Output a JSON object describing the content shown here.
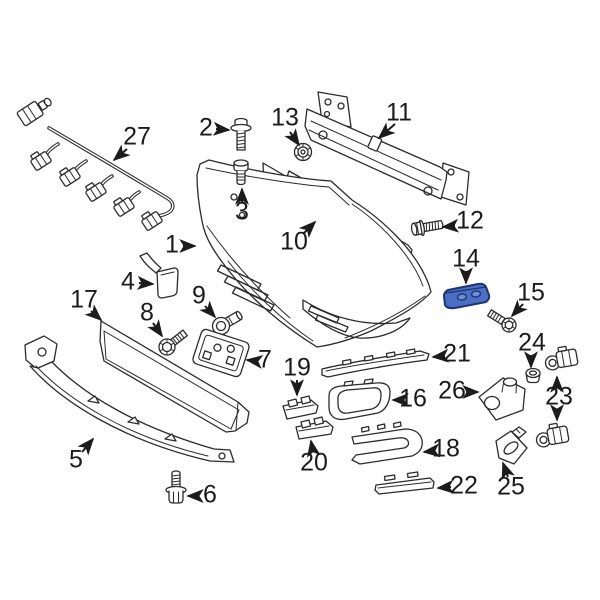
{
  "diagram": {
    "background_color": "#ffffff",
    "line_color": "#2b2b2b",
    "label_color": "#1b1b1b",
    "highlight": {
      "callout": "14",
      "fill": "#4a6fc4",
      "stroke": "#1d3470",
      "hole_fill": "#6e8ed8"
    },
    "callouts": [
      {
        "number": "1"
      },
      {
        "number": "2"
      },
      {
        "number": "3"
      },
      {
        "number": "4"
      },
      {
        "number": "5"
      },
      {
        "number": "6"
      },
      {
        "number": "7"
      },
      {
        "number": "8"
      },
      {
        "number": "9"
      },
      {
        "number": "10"
      },
      {
        "number": "11"
      },
      {
        "number": "12"
      },
      {
        "number": "13"
      },
      {
        "number": "14"
      },
      {
        "number": "15"
      },
      {
        "number": "16"
      },
      {
        "number": "17"
      },
      {
        "number": "18"
      },
      {
        "number": "19"
      },
      {
        "number": "20"
      },
      {
        "number": "21"
      },
      {
        "number": "22"
      },
      {
        "number": "23"
      },
      {
        "number": "24"
      },
      {
        "number": "25"
      },
      {
        "number": "26"
      },
      {
        "number": "27"
      }
    ]
  }
}
